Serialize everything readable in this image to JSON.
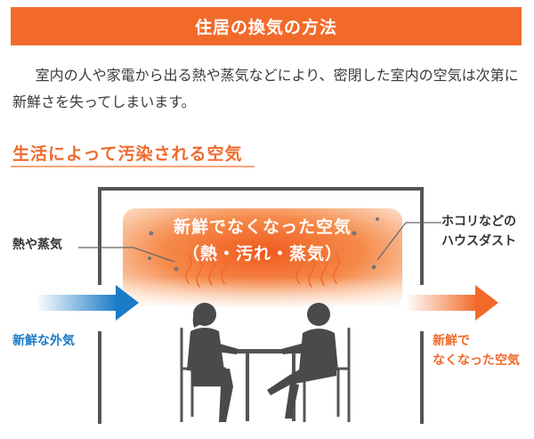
{
  "header": {
    "title": "住居の換気の方法"
  },
  "intro": {
    "text": "室内の人や家電から出る熱や蒸気などにより、密閉した室内の空気は次第に新鮮さを失ってしまいます。"
  },
  "section": {
    "title": "生活によって汚染される空気"
  },
  "diagram": {
    "cloud_line1": "新鮮でなくなった空気",
    "cloud_line2": "（熱・汚れ・蒸気）",
    "label_heat": "熱や蒸気",
    "label_dust_line1": "ホコリなどの",
    "label_dust_line2": "ハウスダスト",
    "label_fresh_in": "新鮮な外気",
    "label_stale_out_line1": "新鮮で",
    "label_stale_out_line2": "なくなった空気",
    "icons": [
      "inflow-arrow-icon",
      "outflow-arrow-icon",
      "steam-icon",
      "person-icon",
      "chair-icon",
      "table-icon",
      "dust-dot-icon"
    ],
    "colors": {
      "accent": "#f26a2a",
      "fresh_blue": "#1a7bc6",
      "wall": "#555555"
    }
  }
}
